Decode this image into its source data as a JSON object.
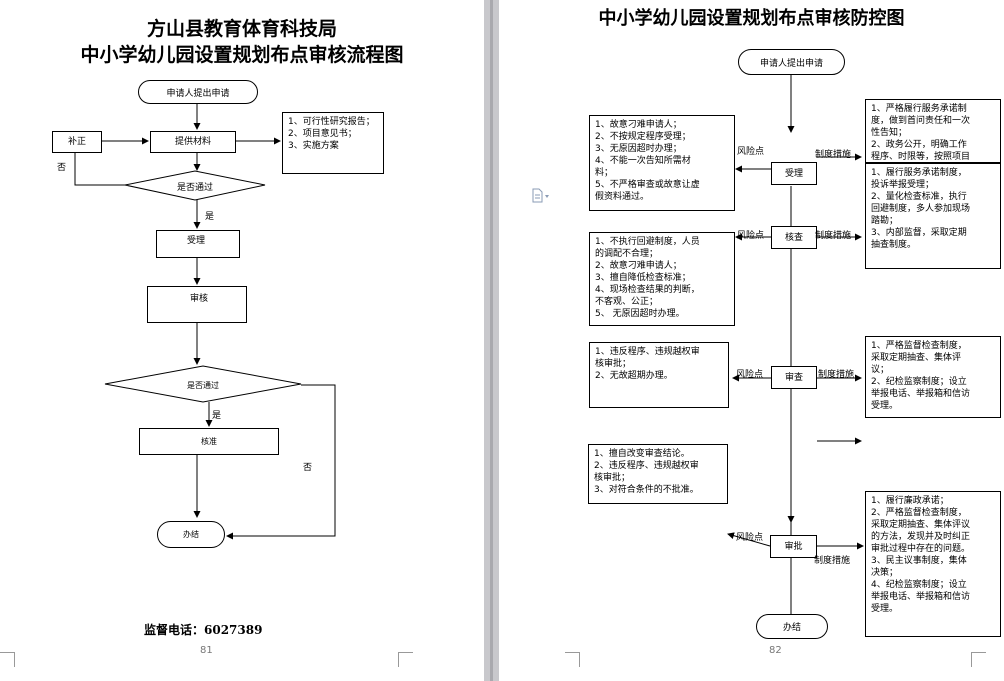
{
  "left": {
    "title_line1": "方山县教育体育科技局",
    "title_line2": "中小学幼儿园设置规划布点审核流程图",
    "start": "申请人提出申请",
    "provide": "提供材料",
    "supplement": "补正",
    "materials": [
      "1、可行性研究报告；",
      "2、项目意见书；",
      "3、实施方案"
    ],
    "decision1": "是否通过",
    "no": "否",
    "yes": "是",
    "accept": "受理",
    "review": "审核",
    "decision2": "是否通过",
    "approve": "核准",
    "finish": "办结",
    "phone": "监督电话：6027389",
    "page_number": "81"
  },
  "right": {
    "title": "中小学幼儿园设置规划布点审核防控图",
    "start": "申请人提出申请",
    "risk_label": "风险点",
    "measure_label": "制度措施",
    "stages": {
      "accept": "受理",
      "verify": "核查",
      "review": "审查",
      "approve": "审批",
      "finish": "办结"
    },
    "risk_accept": [
      "1、故意刁难申请人；",
      "2、不按规定程序受理；",
      "3、无原因超时办理；",
      "4、不能一次告知所需材",
      "料；",
      "5、不严格审查或故意让虚",
      "假资料通过。"
    ],
    "measure_accept_1": [
      "1、严格履行服务承诺制",
      "度，做到首问责任和一次",
      "性告知；",
      "2、政务公开，明确工作",
      "程序、时限等，按照项目"
    ],
    "measure_accept_2": [
      "1、履行服务承诺制度，",
      "投诉举报受理；",
      "2、量化检查标准，执行",
      "回避制度，多人参加现场",
      "踏勘；",
      "3、内部监督，采取定期",
      "抽查制度。"
    ],
    "risk_verify": [
      "1、不执行回避制度，人员",
      "的调配不合理；",
      "2、故意刁难申请人；",
      "3、擅自降低检查标准；",
      "4、现场检查结果的判断，",
      "不客观、公正；",
      "5、  无原因超时办理。"
    ],
    "risk_review": [
      "1、违反程序、违规越权审",
      "核审批；",
      "2、无故超期办理。"
    ],
    "measure_review": [
      "1、严格监督检查制度，",
      "采取定期抽查、集体评",
      "议；",
      "2、纪检监察制度；设立",
      "举报电话、举报箱和信访",
      "受理。"
    ],
    "risk_approve": [
      "1、擅自改变审查结论。",
      "2、违反程序、违规越权审",
      "核审批；",
      "3、对符合条件的不批准。"
    ],
    "measure_approve": [
      "1、履行廉政承诺；",
      "2、严格监督检查制度，",
      "采取定期抽查、集体评议",
      "的方法，发现并及时纠正",
      "审批过程中存在的问题。",
      "3、民主议事制度，集体",
      "决策；",
      "4、纪检监察制度；设立",
      "举报电话、举报箱和信访",
      "受理。"
    ],
    "page_number": "82"
  }
}
